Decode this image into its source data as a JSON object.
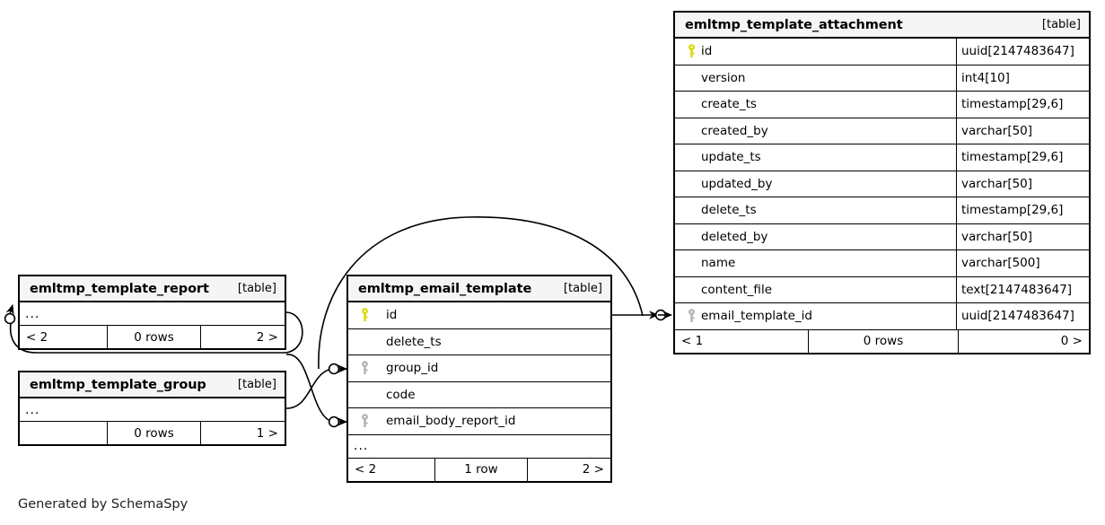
{
  "diagram": {
    "footer_note": "Generated by SchemaSpy",
    "table_kind_label": "[table]",
    "ellipsis": "...",
    "icons": {
      "primary_key": "key-icon-yellow",
      "foreign_key": "key-icon-gray"
    },
    "colors": {
      "primary_key": "#d8d800",
      "foreign_key": "#b0b0b0",
      "border": "#000000",
      "title_background": "#f5f5f5",
      "background": "#ffffff"
    }
  },
  "tables": {
    "attachment": {
      "name": "emltmp_template_attachment",
      "kind": "[table]",
      "columns": [
        {
          "key": "primary",
          "name": "id",
          "type": "uuid[2147483647]"
        },
        {
          "key": "none",
          "name": "version",
          "type": "int4[10]"
        },
        {
          "key": "none",
          "name": "create_ts",
          "type": "timestamp[29,6]"
        },
        {
          "key": "none",
          "name": "created_by",
          "type": "varchar[50]"
        },
        {
          "key": "none",
          "name": "update_ts",
          "type": "timestamp[29,6]"
        },
        {
          "key": "none",
          "name": "updated_by",
          "type": "varchar[50]"
        },
        {
          "key": "none",
          "name": "delete_ts",
          "type": "timestamp[29,6]"
        },
        {
          "key": "none",
          "name": "deleted_by",
          "type": "varchar[50]"
        },
        {
          "key": "none",
          "name": "name",
          "type": "varchar[500]"
        },
        {
          "key": "none",
          "name": "content_file",
          "type": "text[2147483647]"
        },
        {
          "key": "foreign",
          "name": "email_template_id",
          "type": "uuid[2147483647]"
        }
      ],
      "footer": {
        "left": "< 1",
        "middle": "0 rows",
        "right": "0 >"
      }
    },
    "email_template": {
      "name": "emltmp_email_template",
      "kind": "[table]",
      "columns": [
        {
          "key": "primary",
          "name": "id"
        },
        {
          "key": "none",
          "name": "delete_ts"
        },
        {
          "key": "foreign",
          "name": "group_id"
        },
        {
          "key": "none",
          "name": "code"
        },
        {
          "key": "foreign",
          "name": "email_body_report_id"
        }
      ],
      "more_indicator": "...",
      "footer": {
        "left": "< 2",
        "middle": "1 row",
        "right": "2 >"
      }
    },
    "template_report": {
      "name": "emltmp_template_report",
      "kind": "[table]",
      "more_indicator": "...",
      "footer": {
        "left": "< 2",
        "middle": "0 rows",
        "right": "2 >"
      }
    },
    "template_group": {
      "name": "emltmp_template_group",
      "kind": "[table]",
      "more_indicator": "...",
      "footer": {
        "left": "",
        "middle": "0 rows",
        "right": "1 >"
      }
    }
  }
}
